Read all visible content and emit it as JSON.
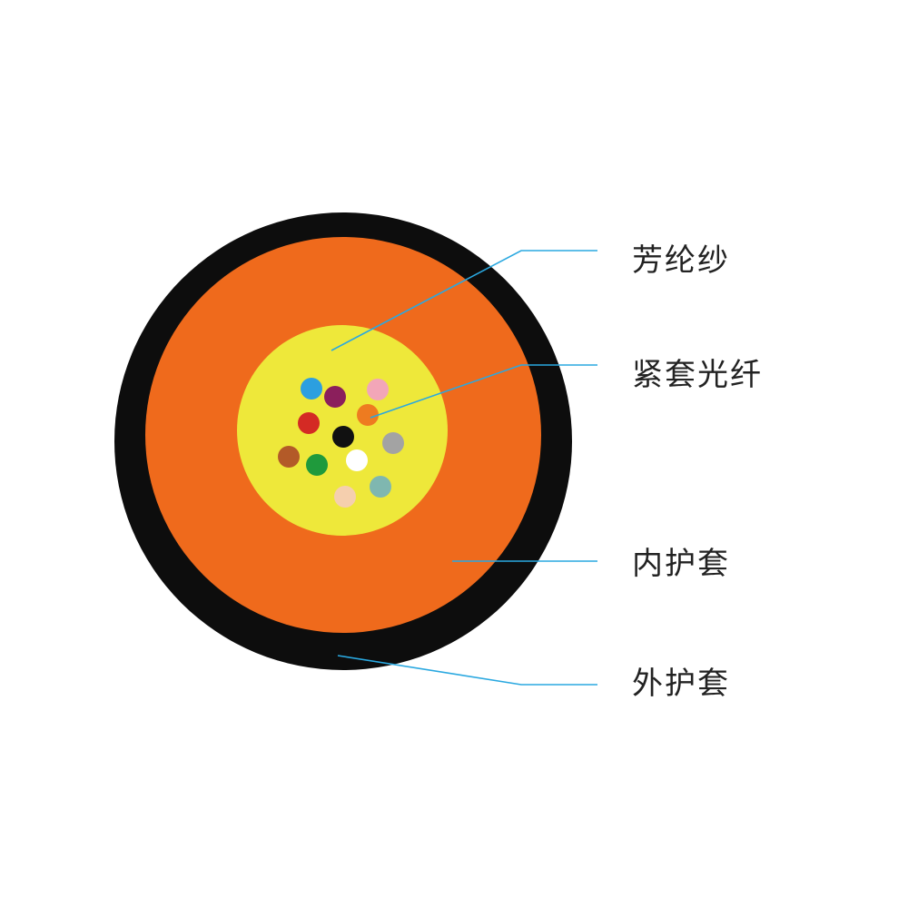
{
  "diagram": {
    "colors": {
      "outer_jacket": "#0d0d0d",
      "inner_jacket": "#ef6a1c",
      "aramid_yarn": "#eee83a",
      "leader_line": "#2aa8e0",
      "label_text": "#222222"
    },
    "labels": {
      "aramid_yarn": "芳纶纱",
      "tight_buffered_fiber": "紧套光纤",
      "inner_jacket": "内护套",
      "outer_jacket": "外护套"
    },
    "fibers": [
      {
        "name": "blue",
        "color": "#2c9fe0"
      },
      {
        "name": "violet",
        "color": "#8b1f5c"
      },
      {
        "name": "pink",
        "color": "#f2a6b8"
      },
      {
        "name": "red",
        "color": "#d42a24"
      },
      {
        "name": "orange",
        "color": "#ee7b20"
      },
      {
        "name": "black",
        "color": "#111111"
      },
      {
        "name": "gray",
        "color": "#a3a3a3"
      },
      {
        "name": "brown",
        "color": "#b35a28"
      },
      {
        "name": "green",
        "color": "#1f9a3c"
      },
      {
        "name": "white",
        "color": "#ffffff"
      },
      {
        "name": "aqua",
        "color": "#7fb7b0"
      },
      {
        "name": "rose",
        "color": "#f5cfae"
      }
    ]
  }
}
